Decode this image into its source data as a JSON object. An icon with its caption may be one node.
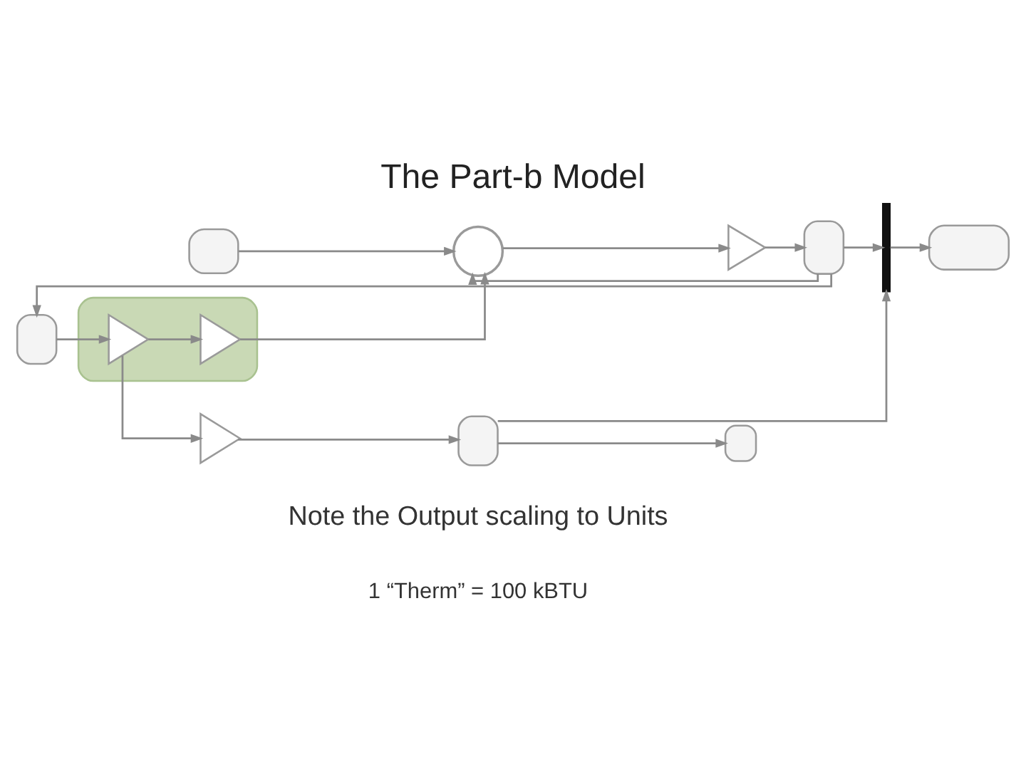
{
  "diagram": {
    "title": "The Part-b Model",
    "nodes": [
      {
        "text": [],
        "shape": "box"
      },
      {
        "text": [],
        "shape": "box"
      },
      {
        "text": [],
        "shape": "box"
      },
      {
        "text": [],
        "shape": "triangle",
        "in": 2
      },
      {
        "text": [],
        "shape": "triangle",
        "in": 2
      },
      {
        "text": [],
        "shape": "circle"
      },
      {
        "text": [],
        "shape": "triangle"
      },
      {
        "text": [],
        "shape": "box"
      },
      {
        "text": [],
        "shape": "bar"
      },
      {
        "text": [],
        "shape": "box"
      },
      {
        "text": [],
        "shape": "triangle"
      },
      {
        "text": [],
        "shape": "box"
      },
      {
        "text": [],
        "shape": "box"
      }
    ],
    "edges": [
      {
        "from": 7,
        "to": 1,
        "arrow": "to"
      },
      {
        "from": 1,
        "to": 3,
        "arrow": "to"
      },
      {
        "from": 3,
        "to": 4,
        "arrow": "to"
      },
      {
        "from": 3,
        "to": 10,
        "arrow": "to"
      },
      {
        "from": 4,
        "to": 5,
        "arrow": "to"
      },
      {
        "from": 0,
        "to": 5,
        "arrow": "to"
      },
      {
        "from": 7,
        "to": 5,
        "arrow": "to"
      },
      {
        "from": 5,
        "to": 6,
        "arrow": "to"
      },
      {
        "from": 6,
        "to": 7,
        "arrow": "to"
      },
      {
        "from": 7,
        "to": 8,
        "arrow": "to"
      },
      {
        "from": 10,
        "to": 11,
        "arrow": "to"
      },
      {
        "from": 11,
        "to": 8,
        "arrow": "to"
      },
      {
        "from": 11,
        "to": 12,
        "arrow": "to"
      },
      {
        "from": 8,
        "to": 9,
        "arrow": "to"
      }
    ],
    "labels": [
      "Note the Output scaling to Units",
      "1 “Therm” = 100 kBTU"
    ]
  }
}
